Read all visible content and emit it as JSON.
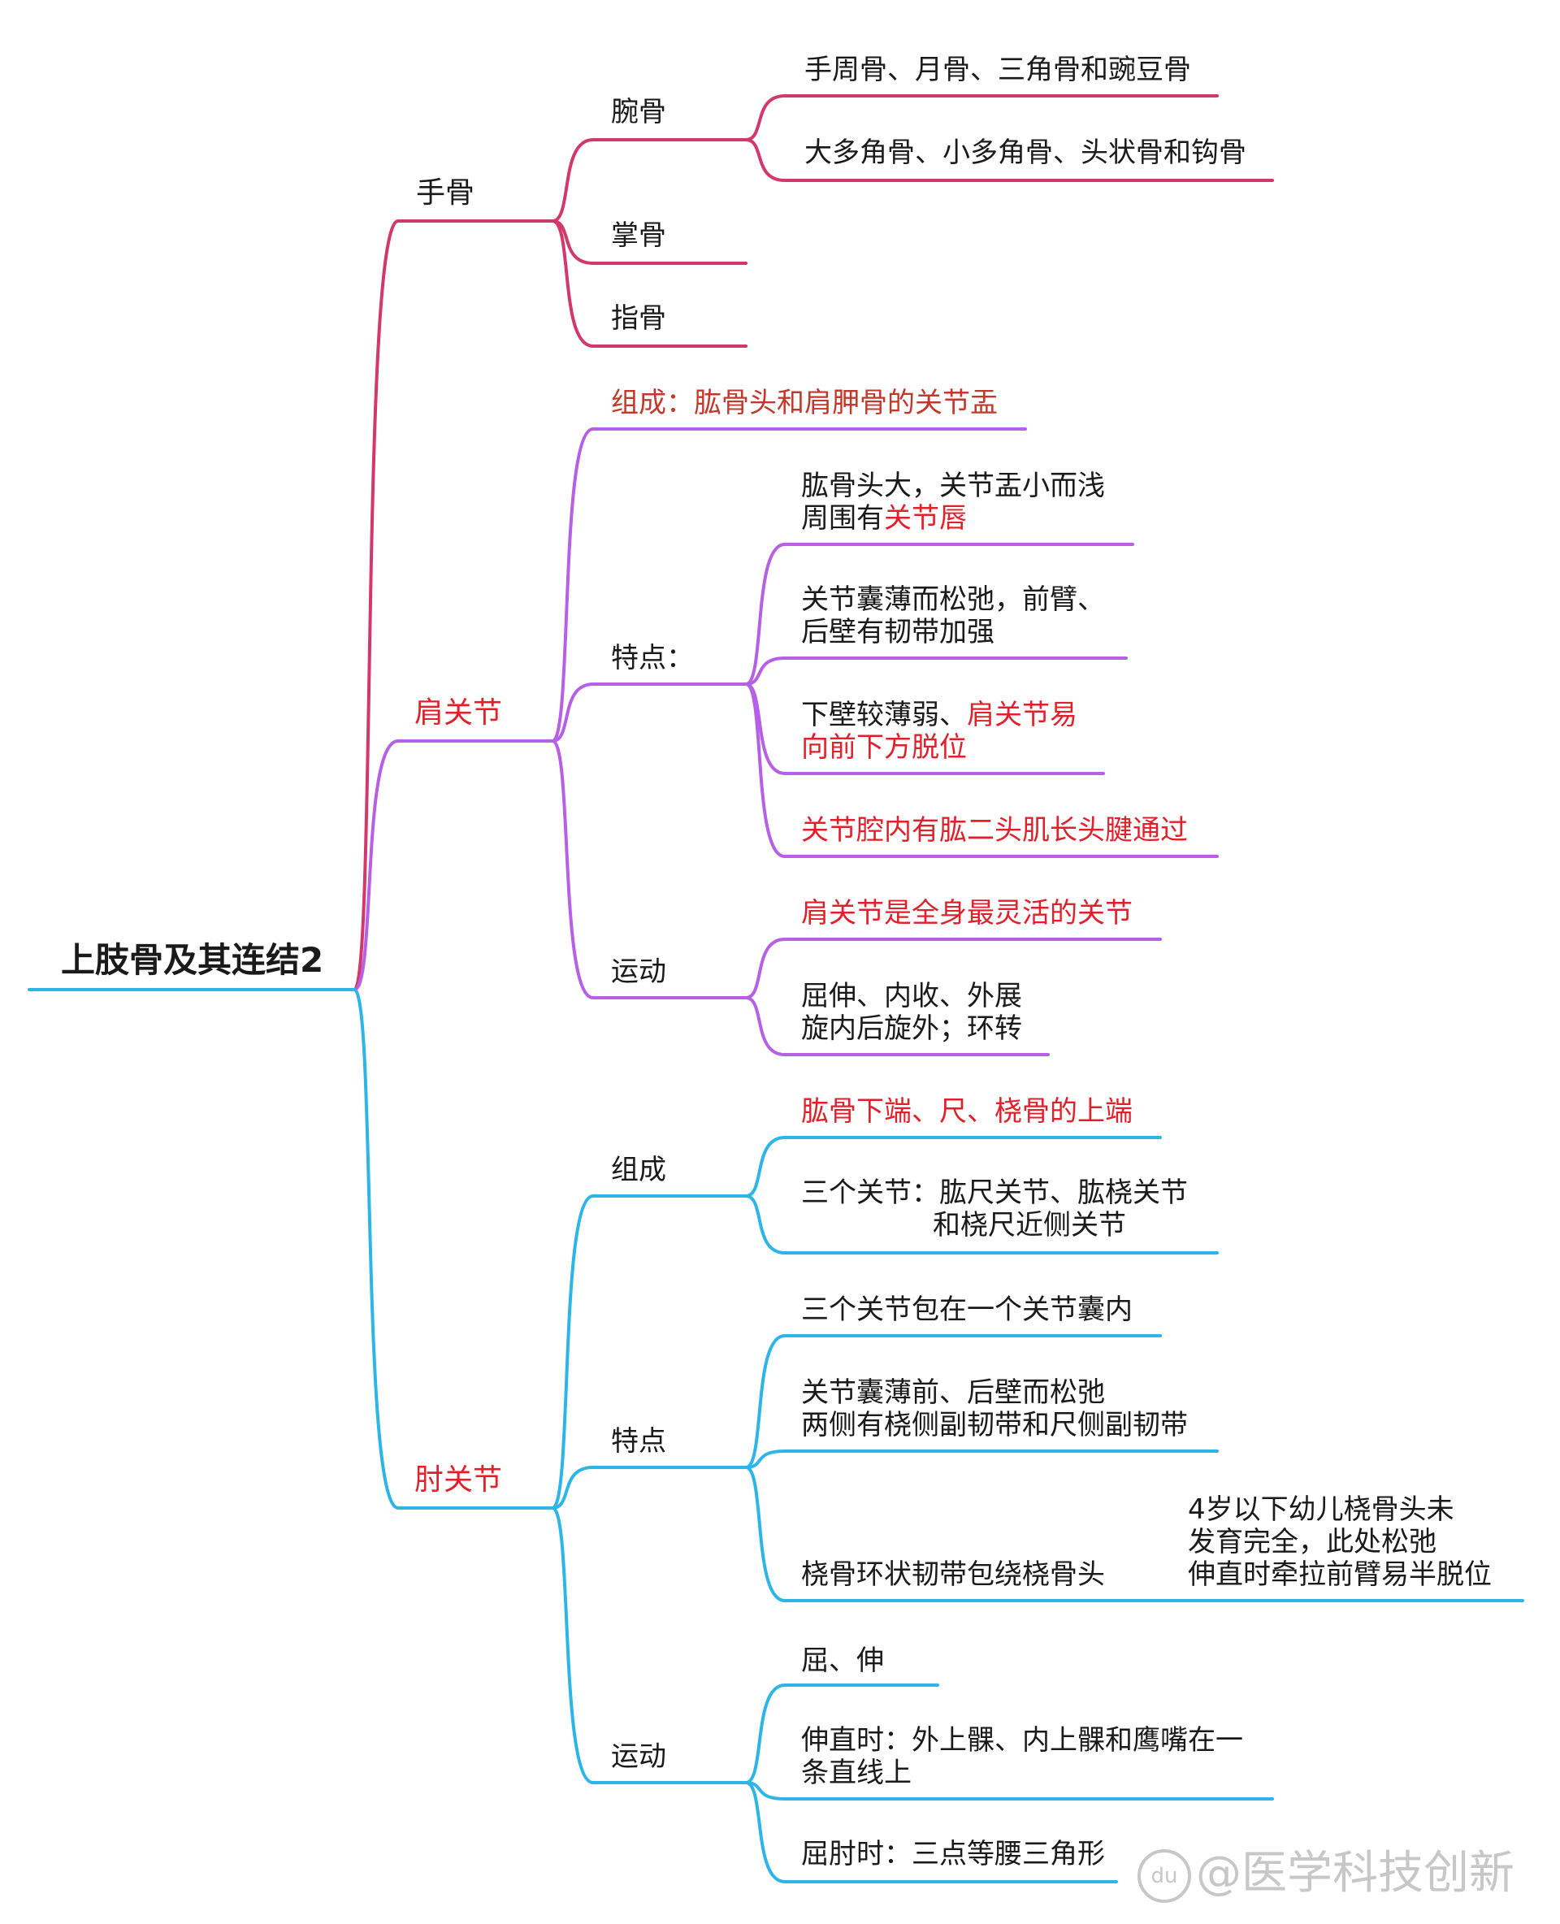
{
  "colors": {
    "red_branch": "#d2386a",
    "purple_branch": "#b660e6",
    "blue_branch": "#2eb5e8",
    "highlight": "#e0202a"
  },
  "root": "上肢骨及其连结2",
  "hand": {
    "label": "手骨",
    "carpal": {
      "label": "腕骨",
      "items": [
        "手周骨、月骨、三角骨和豌豆骨",
        "大多角骨、小多角骨、头状骨和钩骨"
      ]
    },
    "metacarpal": "掌骨",
    "phalanges": "指骨"
  },
  "shoulder": {
    "label": "肩关节",
    "composition": "组成：肱骨头和肩胛骨的关节盂",
    "features": {
      "label": "特点：",
      "item1": {
        "line1": "肱骨头大，关节盂小而浅",
        "line2_prefix": "周围有",
        "line2_highlight": "关节唇"
      },
      "item2": {
        "line1": "关节囊薄而松弛，前臂、",
        "line2": "后壁有韧带加强"
      },
      "item3": {
        "line1_prefix": "下壁较薄弱、",
        "line1_highlight": "肩关节易",
        "line2_highlight": "向前下方脱位"
      },
      "item4": "关节腔内有肱二头肌长头腱通过"
    },
    "movement": {
      "label": "运动",
      "item1": "肩关节是全身最灵活的关节",
      "item2": {
        "line1": "屈伸、内收、外展",
        "line2": "旋内后旋外；环转"
      }
    }
  },
  "elbow": {
    "label": "肘关节",
    "composition": {
      "label": "组成",
      "item1": "肱骨下端、尺、桡骨的上端",
      "item2": {
        "line1": "三个关节：肱尺关节、肱桡关节",
        "line2": "和桡尺近侧关节"
      }
    },
    "features": {
      "label": "特点",
      "item1": "三个关节包在一个关节囊内",
      "item2": {
        "line1": "关节囊薄前、后壁而松弛",
        "line2": "两侧有桡侧副韧带和尺侧副韧带"
      },
      "item3": "桡骨环状韧带包绕桡骨头",
      "item3_note": [
        "4岁以下幼儿桡骨头未",
        "发育完全，此处松弛",
        "伸直时牵拉前臂易半脱位"
      ]
    },
    "movement": {
      "label": "运动",
      "item1": "屈、伸",
      "item2": {
        "line1": "伸直时：外上髁、内上髁和鹰嘴在一",
        "line2": "条直线上"
      },
      "item3": "屈肘时：三点等腰三角形"
    }
  },
  "watermark": {
    "badge": "du",
    "text": "@医学科技创新"
  }
}
